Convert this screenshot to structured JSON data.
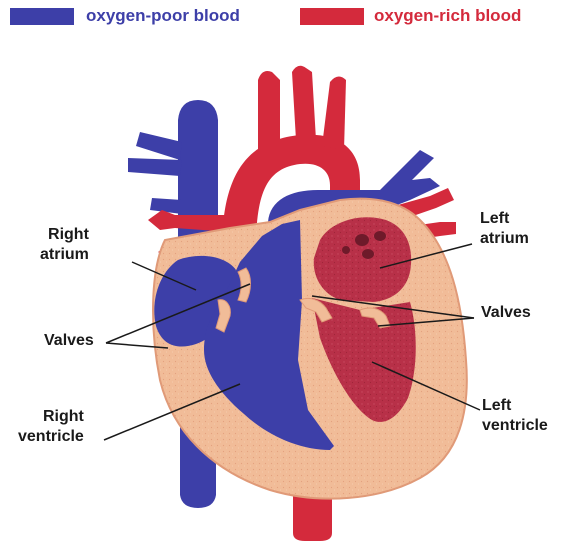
{
  "legend": {
    "poor": {
      "label": "oxygen-poor blood",
      "color": "#3d3fa8"
    },
    "rich": {
      "label": "oxygen-rich blood",
      "color": "#d42a3c"
    }
  },
  "labels": {
    "right_atrium": [
      "Right",
      "atrium"
    ],
    "valves_left": "Valves",
    "right_ventricle": [
      "Right",
      "ventricle"
    ],
    "left_atrium": [
      "Left",
      "atrium"
    ],
    "valves_right": "Valves",
    "left_ventricle": [
      "Left",
      "ventricle"
    ]
  },
  "colors": {
    "muscle": "#f1bc98",
    "muscle_edge": "#e09a78",
    "poor_blood": "#3d3fa8",
    "poor_blood_dark": "#2a2c85",
    "rich_blood": "#d42a3c",
    "rich_blood_dark": "#a81c30",
    "chamber_rich": "#b83048",
    "leader_line": "#1a1a1a"
  }
}
